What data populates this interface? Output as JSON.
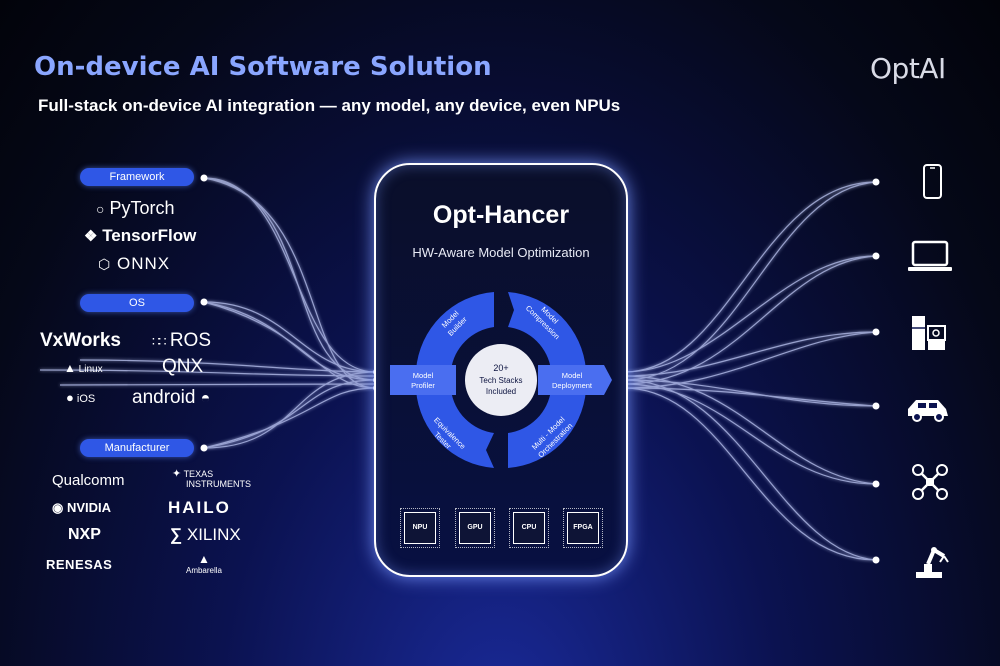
{
  "header": {
    "title": "On-device AI Software Solution",
    "subtitle": "Full-stack on-device AI integration — any model, any device, even NPUs",
    "brand": "OptAI"
  },
  "left": {
    "framework": {
      "label": "Framework",
      "logos": [
        "PyTorch",
        "TensorFlow",
        "ONNX"
      ]
    },
    "os": {
      "label": "OS",
      "logos": [
        "VxWorks",
        "ROS",
        "Linux",
        "QNX",
        "iOS",
        "android"
      ]
    },
    "manufacturer": {
      "label": "Manufacturer",
      "logos": [
        "Qualcomm",
        "TEXAS",
        "INSTRUMENTS",
        "NVIDIA",
        "HAILO",
        "NXP",
        "XILINX",
        "RENESAS",
        "Ambarella"
      ]
    }
  },
  "core": {
    "title": "Opt-Hancer",
    "subtitle": "HW-Aware Model Optimization",
    "center": [
      "20+",
      "Tech Stacks",
      "Included"
    ],
    "stages": {
      "builder": [
        "Model",
        "Builder"
      ],
      "compression": [
        "Model",
        "Compression"
      ],
      "profiler": [
        "Model",
        "Profiler"
      ],
      "deployment": [
        "Model",
        "Deployment"
      ],
      "tester": [
        "Equivalence",
        "Tester"
      ],
      "orchestration": [
        "Multi - Model",
        "Orchestration"
      ]
    },
    "chips": [
      "NPU",
      "GPU",
      "CPU",
      "FPGA"
    ],
    "accent": "#2f57e6"
  },
  "devices": [
    "smartphone-icon",
    "laptop-icon",
    "appliance-icon",
    "car-icon",
    "drone-icon",
    "robot-arm-icon"
  ]
}
